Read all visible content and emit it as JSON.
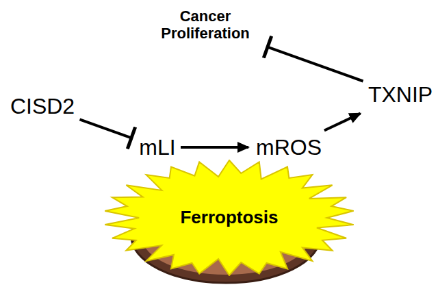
{
  "diagram": {
    "nodes": [
      {
        "text": [
          "Cancer Proliferation"
        ]
      },
      {
        "text": [
          "CISD2"
        ]
      },
      {
        "text": [
          "TXNIP"
        ]
      },
      {
        "text": [
          "mLI"
        ]
      },
      {
        "text": [
          "mROS"
        ]
      },
      {
        "text": [
          "Ferroptosis"
        ]
      }
    ],
    "edges": [
      {
        "from": 1,
        "to": 3,
        "arrow": "to"
      },
      {
        "from": 3,
        "to": 4,
        "arrow": "to"
      },
      {
        "from": 4,
        "to": 2,
        "arrow": "to"
      },
      {
        "from": 2,
        "to": 0,
        "arrow": "to"
      }
    ]
  }
}
